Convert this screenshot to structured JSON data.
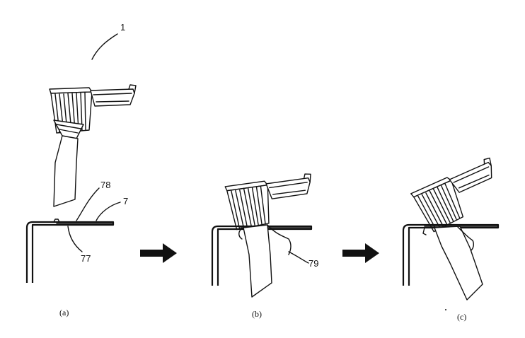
{
  "labels": {
    "device": "1",
    "ref_78": "78",
    "ref_7": "7",
    "ref_77": "77",
    "ref_79": "79"
  },
  "captions": {
    "a": "(a)",
    "b": "(b)",
    "c": "(c)"
  },
  "colors": {
    "ink": "#111111",
    "background": "#ffffff"
  },
  "icons": [
    "right-arrow-icon",
    "right-arrow-icon"
  ]
}
